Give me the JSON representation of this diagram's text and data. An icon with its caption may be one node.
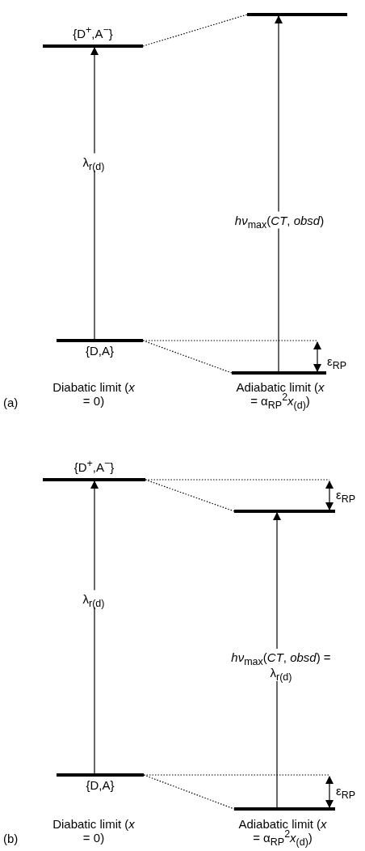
{
  "diagram": {
    "nodes": [
      {
        "text": [
          "{D$^{+}$,A$^{−}$}"
        ]
      },
      {
        "text": [],
        "shape": "bar"
      },
      {
        "text": [
          "{D,A}"
        ]
      },
      {
        "text": [],
        "shape": "bar"
      },
      {
        "text": [
          "{D$^{+}$,A$^{−}$}"
        ]
      },
      {
        "text": [],
        "shape": "bar"
      },
      {
        "text": [
          "{D,A}"
        ]
      },
      {
        "text": [],
        "shape": "bar"
      }
    ],
    "edges": [
      {
        "from": 2,
        "to": 0,
        "arrow": "to",
        "label": "λ$_{r(d)}$"
      },
      {
        "from": 3,
        "to": 1,
        "arrow": "to",
        "label": "*hν*$_{max}$(*CT*, *obsd*)"
      },
      {
        "from": 0,
        "to": 1,
        "arrow": "none",
        "style": "dashed"
      },
      {
        "from": 2,
        "to": 3,
        "arrow": "none",
        "style": "dashed"
      },
      {
        "from": 6,
        "to": 4,
        "arrow": "to",
        "label": "λ$_{r(d)}$"
      },
      {
        "from": 7,
        "to": 5,
        "arrow": "to",
        "label": "*hν*$_{max}$(*CT*, *obsd*) = λ$_{r(d)}$"
      },
      {
        "from": 4,
        "to": 5,
        "arrow": "none",
        "style": "dashed"
      },
      {
        "from": 6,
        "to": 7,
        "arrow": "none",
        "style": "dashed"
      }
    ],
    "labels": [
      "ε$_{RP}$",
      "Diabatic limit (*x* = 0)",
      "Adiabatic limit (*x* = α$_{RP}$$^{2}$*x*$_{(d)}$)",
      "(a)",
      "ε$_{RP}$",
      "ε$_{RP}$",
      "Diabatic limit (*x* = 0)",
      "Adiabatic limit (*x* = α$_{RP}$$^{2}$*x*$_{(d)}$)",
      "(b)"
    ]
  }
}
